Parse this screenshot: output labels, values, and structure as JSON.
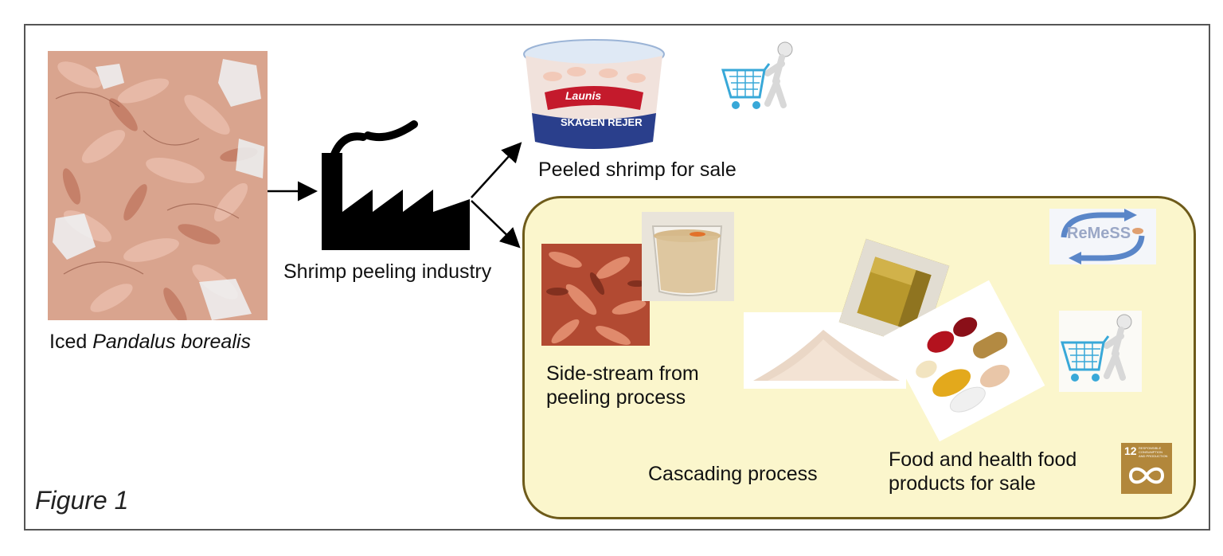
{
  "labels": {
    "iced_prefix": "Iced ",
    "iced_species": "Pandalus borealis",
    "industry": "Shrimp peeling industry",
    "peeled": "Peeled shrimp for sale",
    "side_stream_line1": "Side-stream from",
    "side_stream_line2": "peeling process",
    "cascading": "Cascading process",
    "food_line1": "Food and health food",
    "food_line2": "products for sale",
    "figure": "Figure 1"
  },
  "logos": {
    "remess": "ReMeSS",
    "sdg_number": "12",
    "sdg_text": "RESPONSIBLE CONSUMPTION AND PRODUCTION",
    "tub_brand": "Launis",
    "tub_product": "SKAGEN REJER"
  },
  "colors": {
    "cascade_fill": "#fbf6cc",
    "cascade_border": "#6e5b1a",
    "sdg_gold": "#b2873b",
    "cart_blue": "#38a8d8",
    "remess_blue": "#5a86c8"
  }
}
